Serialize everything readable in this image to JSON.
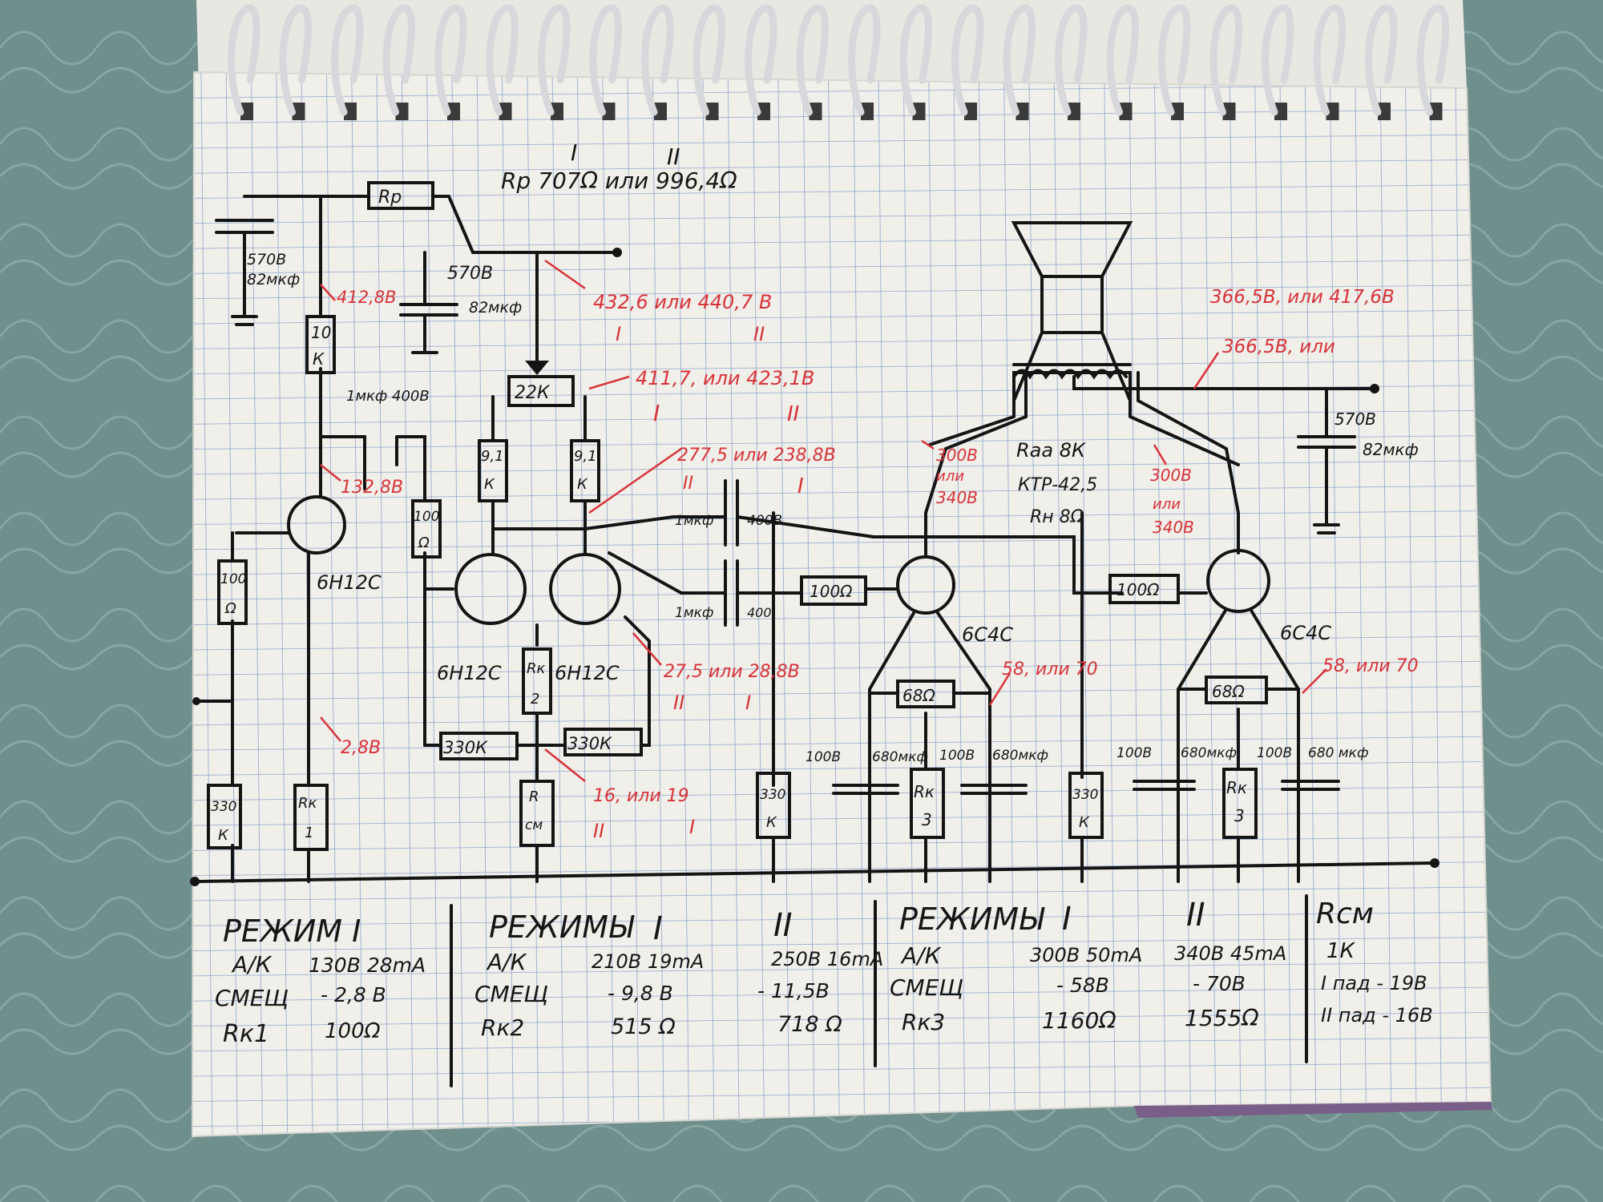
{
  "header": {
    "mode_marks": [
      "I",
      "II"
    ],
    "rp_label": "Rр  707Ω или 996,4Ω"
  },
  "components": {
    "rp_box": "Rр",
    "cap_left": [
      "570В",
      "82мкф"
    ],
    "cap_mid": [
      "570В",
      "82мкф"
    ],
    "cap_right": [
      "570В",
      "82мкф"
    ],
    "r_10k": [
      "10",
      "К"
    ],
    "cap_1uf_top": "1мкф 400В",
    "r_22k": "22К",
    "r_91k_left": [
      "9,1",
      "К"
    ],
    "r_91k_right": [
      "9,1",
      "К"
    ],
    "r_100_left": [
      "100",
      "Ω"
    ],
    "r_100_mid": [
      "100",
      "Ω"
    ],
    "tube_6n12s_1": "6Н12С",
    "tube_6n12s_2": "6Н12С",
    "tube_6n12s_3": "6Н12С",
    "rk2": [
      "Rк",
      "2"
    ],
    "cap_1uf_a": [
      "1мкф",
      "400В"
    ],
    "cap_1uf_b": [
      "1мкф",
      "400"
    ],
    "r_100_grid_1": "100Ω",
    "r_100_grid_2": "100Ω",
    "tube_6s4s_1": "6С4С",
    "tube_6s4s_2": "6С4С",
    "r_68_1": "68Ω",
    "r_68_2": "68Ω",
    "r_330k_1": "330К",
    "r_330k_2": "330К",
    "r_330k_left": [
      "330",
      "К"
    ],
    "r_330k_mid": [
      "330",
      "К"
    ],
    "r_330k_right": [
      "330",
      "К"
    ],
    "rk1": [
      "Rк",
      "1"
    ],
    "rsm": [
      "R",
      "см"
    ],
    "rk3_1": [
      "Rк",
      "3"
    ],
    "rk3_2": [
      "Rк",
      "3"
    ],
    "cap_labels": [
      "100В",
      "680мкф",
      "100В",
      "680мкф",
      "100В",
      "680мкф",
      "100В",
      "680 мкф"
    ],
    "transformer": [
      "Rаа 8К",
      "КТР-42,5",
      "Rн 8Ω"
    ]
  },
  "voltages": {
    "v_412": "412,8В",
    "v_432": "432,6 или  440,7 В",
    "v_432_marks": [
      "I",
      "II"
    ],
    "v_411": "411,7, или  423,1В",
    "v_411_marks": [
      "I",
      "II"
    ],
    "v_277": "277,5 или 238,8В",
    "v_277_marks": [
      "II",
      "I"
    ],
    "v_132": "132,8В",
    "v_27": "27,5 или 28,8В",
    "v_27_marks": [
      "II",
      "I"
    ],
    "v_2_8": "2,8В",
    "v_16": "16, или 19",
    "v_16_marks": [
      "II",
      "I"
    ],
    "v_300_left": [
      "300В",
      "или",
      "340В"
    ],
    "v_300_right": [
      "300В",
      "или",
      "340В"
    ],
    "v_58_1": "58, или 70",
    "v_58_2": "58, или 70",
    "v_366_top": "366,5В, или 417,6В",
    "v_366_low": "366,5В, или"
  },
  "tables": [
    {
      "title": "РЕЖИМ  I",
      "rows": [
        [
          "А/К",
          "130В 28mA"
        ],
        [
          "СМЕЩ",
          "- 2,8 В"
        ],
        [
          "Rк1",
          "100Ω"
        ]
      ]
    },
    {
      "title": "РЕЖИМЫ",
      "cols": [
        "I",
        "II"
      ],
      "rows": [
        [
          "А/К",
          "210В 19mA",
          "250В 16mA"
        ],
        [
          "СМЕЩ",
          "- 9,8 В",
          "- 11,5В"
        ],
        [
          "Rк2",
          "515 Ω",
          "718 Ω"
        ]
      ]
    },
    {
      "title": "РЕЖИМЫ",
      "cols": [
        "I",
        "II"
      ],
      "rows": [
        [
          "А/К",
          "300В 50mA",
          "340В 45mA"
        ],
        [
          "СМЕЩ",
          "- 58В",
          "- 70В"
        ],
        [
          "Rк3",
          "1160Ω",
          "1555Ω"
        ]
      ]
    },
    {
      "title": "Rсм",
      "rows": [
        [
          "1К"
        ],
        [
          "I пад - 19В"
        ],
        [
          "II пад - 16В"
        ]
      ]
    }
  ],
  "colors": {
    "ink": "#141414",
    "red_ink": "#d8323a",
    "paper": "#f1efe9",
    "grid": "#8ea6cf",
    "quilt": "#6f8f8c"
  }
}
